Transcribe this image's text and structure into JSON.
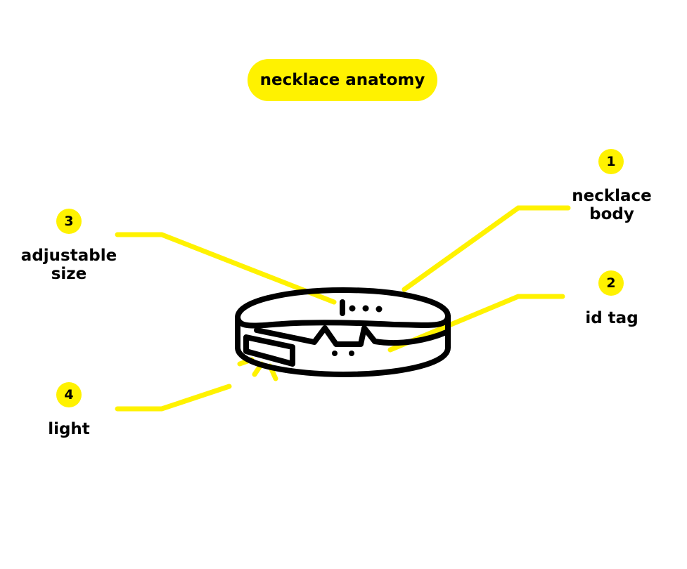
{
  "title": "necklace anatomy",
  "accent_color": "#fff200",
  "callouts": [
    {
      "number": "1",
      "label": "necklace\nbody"
    },
    {
      "number": "2",
      "label": "id tag"
    },
    {
      "number": "3",
      "label": "adjustable\nsize"
    },
    {
      "number": "4",
      "label": "light"
    }
  ]
}
